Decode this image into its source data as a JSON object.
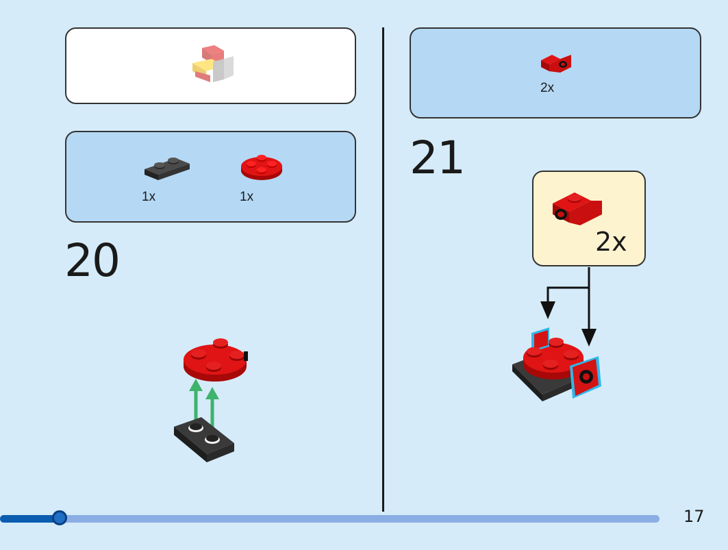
{
  "submodel_preview": {
    "icon": "submodel-preview-icon"
  },
  "steps": [
    {
      "number": "20",
      "parts": [
        {
          "qty": "1x",
          "icon": "dark-gray-plate-1x2-icon",
          "color": "#2d2d2d"
        },
        {
          "qty": "1x",
          "icon": "red-round-plate-2x2-icon",
          "color": "#d10b0b"
        }
      ],
      "arrows_color": "#3db36b"
    },
    {
      "number": "21",
      "parts": [
        {
          "qty": "2x",
          "icon": "red-bracket-icon",
          "color": "#d10b0b"
        }
      ],
      "callout": {
        "qty": "2x",
        "background": "#fdf3cf"
      },
      "highlight_color": "#31b7ea"
    }
  ],
  "progress": {
    "fraction": 0.09
  },
  "page_number": "17",
  "colors": {
    "background": "#d5ebf9",
    "parts_box": "#b5d8f4",
    "progress_track": "#8aaee3",
    "progress_fill": "#0a5cb0"
  }
}
